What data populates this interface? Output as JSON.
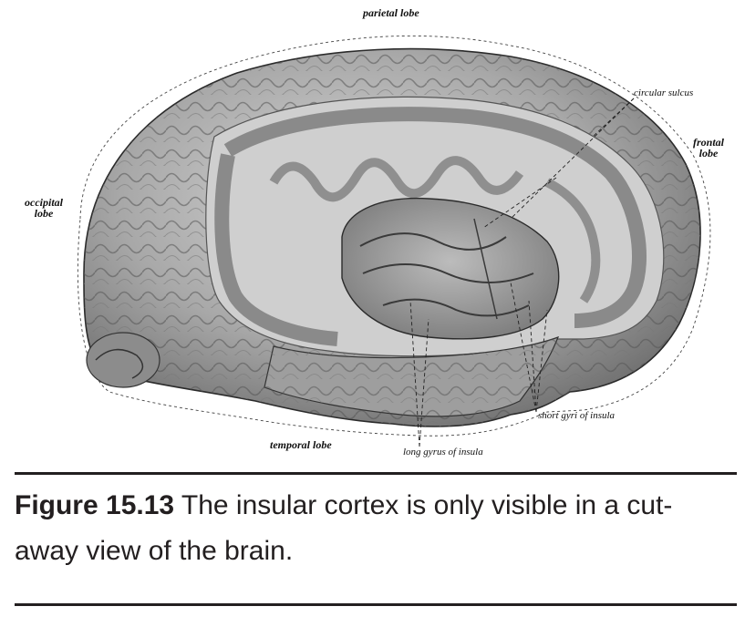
{
  "labels": {
    "parietal": "parietal lobe",
    "occipital_line1": "occipital",
    "occipital_line2": "lobe",
    "frontal_line1": "frontal",
    "frontal_line2": "lobe",
    "temporal": "temporal lobe",
    "circular_sulcus": "circular sulcus",
    "short_gyri": "short gyri of insula",
    "long_gyrus": "long gyrus of insula"
  },
  "caption": {
    "number": "Figure 15.13",
    "text": " The insular cortex is only visible in a cut-away view of the brain."
  }
}
